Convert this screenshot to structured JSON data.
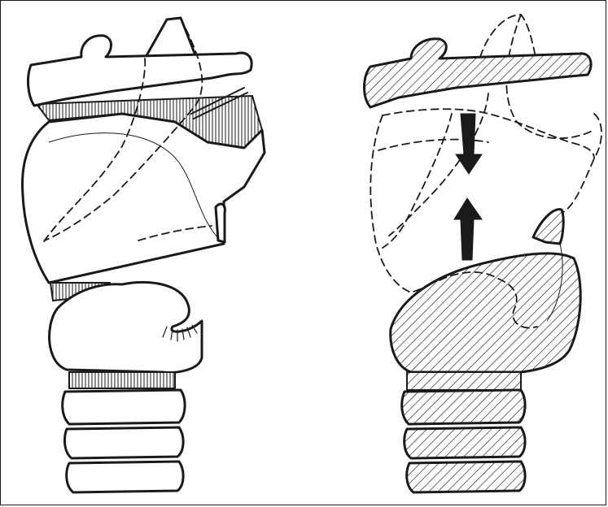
{
  "figure": {
    "panels": [
      {
        "id": "left",
        "depicts": "larynx-outline-drawing"
      },
      {
        "id": "right",
        "depicts": "larynx-hatched-drawing-with-arrows"
      }
    ],
    "colors": {
      "ink": "#1a1a1a",
      "paper": "#ffffff",
      "frame": "#1a1a1a"
    },
    "arrows": [
      {
        "name": "arrow-down",
        "direction": "down"
      },
      {
        "name": "arrow-up",
        "direction": "up"
      }
    ]
  }
}
